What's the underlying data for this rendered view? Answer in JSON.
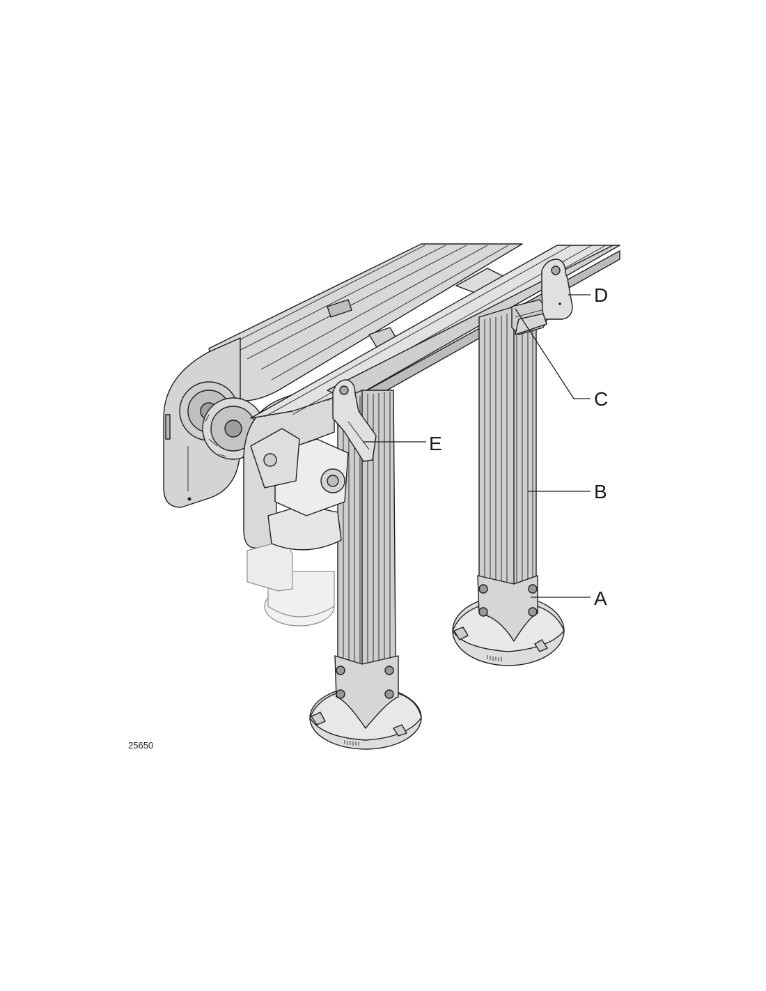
{
  "figure": {
    "figure_number": "25650",
    "callouts": [
      {
        "id": "D",
        "label": "D"
      },
      {
        "id": "C",
        "label": "C"
      },
      {
        "id": "E",
        "label": "E"
      },
      {
        "id": "B",
        "label": "B"
      },
      {
        "id": "A",
        "label": "A"
      }
    ]
  },
  "colors": {
    "line": "#1e1e1e",
    "metal_light": "#e6e6e6",
    "metal_mid": "#c9c9c9",
    "metal_dark": "#a9a9a9",
    "motor_ghost": "#f0f0f0",
    "background": "#ffffff"
  }
}
